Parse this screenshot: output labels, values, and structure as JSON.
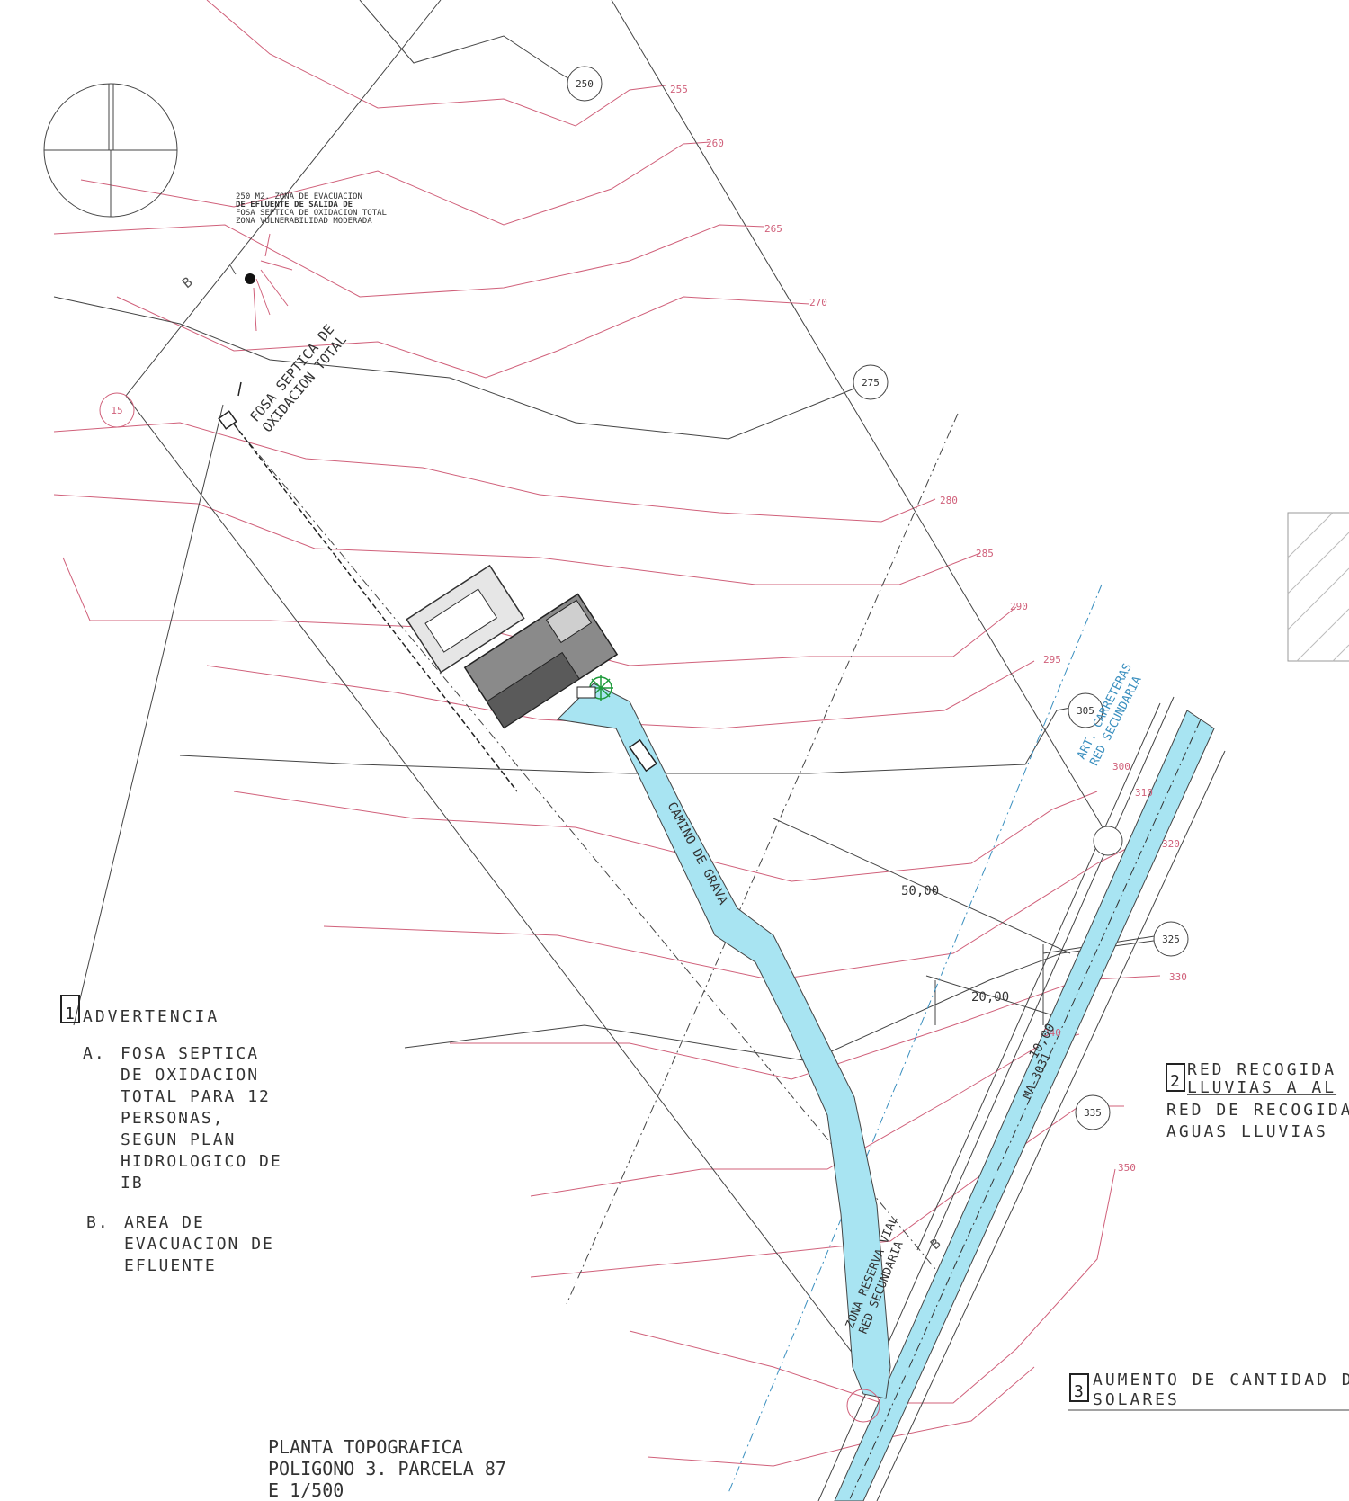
{
  "drawing": {
    "title_lines": [
      "PLANTA TOPOGRAFICA",
      "POLIGONO 3. PARCELA 87",
      "E 1/500"
    ],
    "zone_note_lines": [
      "250 M2. ZONA DE EVACUACION",
      "DE EFLUENTE DE SALIDA DE",
      "FOSA SEPTICA DE OXIDACION TOTAL",
      "ZONA VULNERABILIDAD MODERADA"
    ],
    "fosa_label_lines": [
      "FOSA SEPTICA DE",
      "OXIDACION TOTAL"
    ],
    "camino_label": "CAMINO DE GRAVA",
    "road_code": "MA-3031",
    "reserve_label_lines": [
      "ZONA RESERVA VIAL",
      "RED SECUNDARIA"
    ],
    "art_label_lines": [
      "ART. CARRETERAS",
      "RED SECUNDARIA"
    ],
    "section_mark": "B",
    "dimensions": [
      "50,00",
      "20,00",
      "10,00"
    ]
  },
  "contours": {
    "bubble_labels": [
      "250",
      "275",
      "305",
      "325",
      "335",
      "15"
    ],
    "red_labels": [
      "255",
      "260",
      "265",
      "270",
      "280",
      "285",
      "290",
      "295",
      "300",
      "310",
      "320",
      "330",
      "340",
      "350"
    ]
  },
  "notes": {
    "advertencia": {
      "number": "1",
      "title": "ADVERTENCIA",
      "item_a_letter": "A.",
      "item_a_lines": [
        "FOSA SEPTICA",
        "DE OXIDACION",
        "TOTAL PARA 12",
        "PERSONAS,",
        "SEGUN PLAN",
        "HIDROLOGICO DE",
        "IB"
      ],
      "item_b_letter": "B.",
      "item_b_lines": [
        "AREA DE",
        "EVACUACION DE",
        "EFLUENTE"
      ]
    },
    "red_recogida": {
      "number": "2",
      "lines": [
        "RED RECOGIDA",
        "LLUVIAS A AL",
        "RED DE RECOGIDA",
        "AGUAS LLUVIAS"
      ]
    },
    "aumento": {
      "number": "3",
      "lines": [
        "AUMENTO DE CANTIDAD D",
        "SOLARES"
      ]
    }
  },
  "colors": {
    "contour_red": "#d0607a",
    "line_dark": "#444444",
    "road_blue": "#a8e4f2",
    "accent_blue": "#3a8fbf"
  }
}
